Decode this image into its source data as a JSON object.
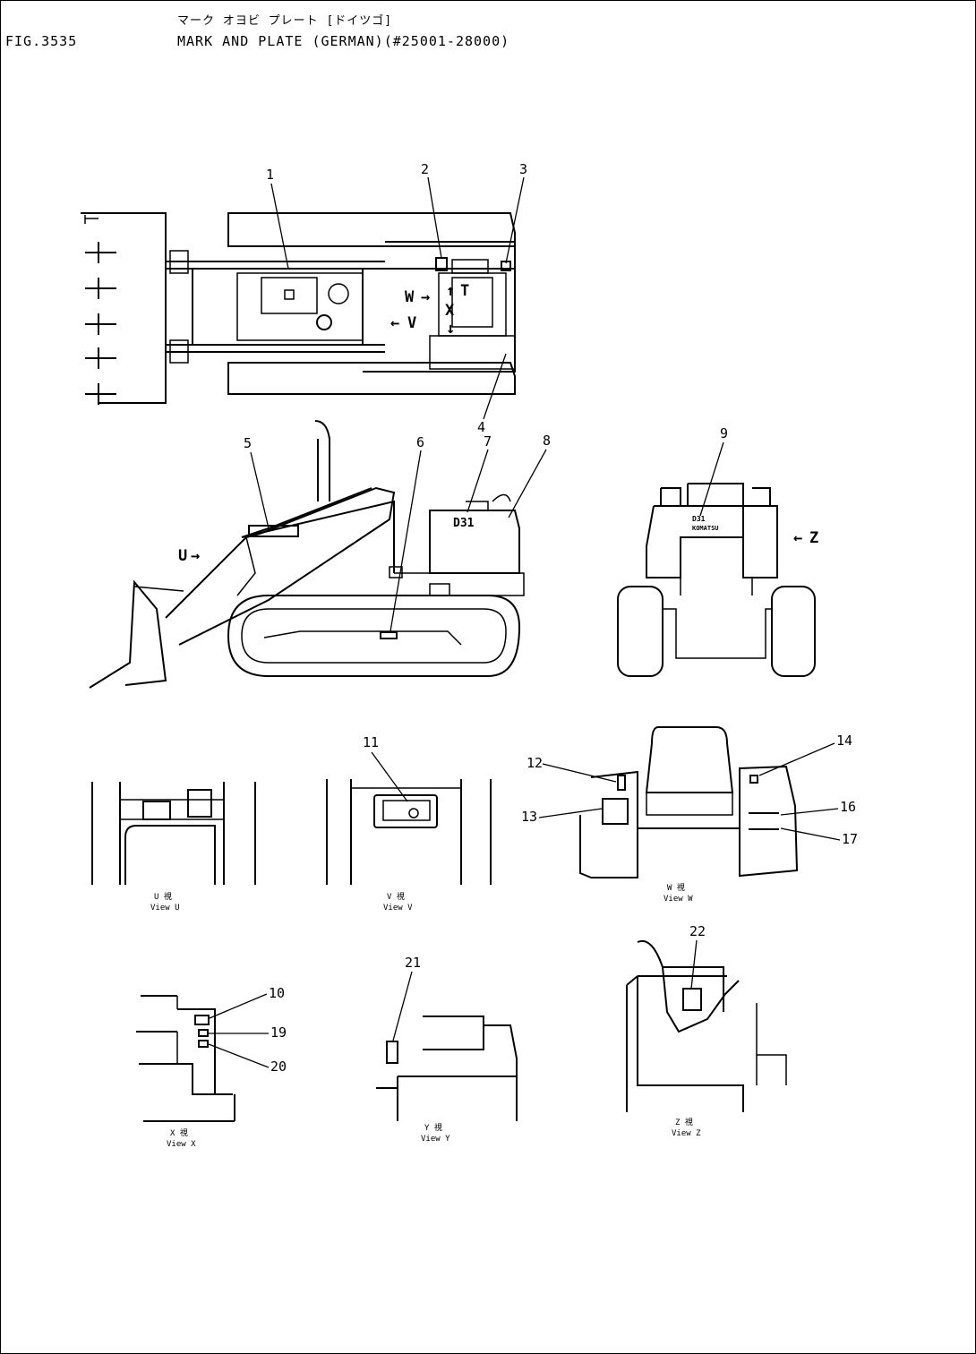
{
  "header": {
    "subtitle_jp": "マーク オヨビ プレート [ドイツゴ]",
    "fig_number": "FIG.3535",
    "title": "MARK AND PLATE (GERMAN)(#25001-28000)"
  },
  "callouts": [
    "1",
    "2",
    "3",
    "4",
    "5",
    "6",
    "7",
    "8",
    "9",
    "10",
    "11",
    "12",
    "13",
    "14",
    "16",
    "17",
    "19",
    "20",
    "21",
    "22"
  ],
  "arrows": {
    "w": "W",
    "t": "T",
    "x": "X",
    "v": "V",
    "u": "U",
    "z": "Z"
  },
  "plates": {
    "model": "D31",
    "rear_line1": "D31",
    "rear_line2": "KOMATSU"
  },
  "views": {
    "u": {
      "jp": "U 視",
      "label": "View U"
    },
    "v": {
      "jp": "V 視",
      "label": "View V"
    },
    "w": {
      "jp": "W 視",
      "label": "View W"
    },
    "x": {
      "jp": "X 視",
      "label": "View X"
    },
    "y": {
      "jp": "Y 視",
      "label": "View Y"
    },
    "z": {
      "jp": "Z 視",
      "label": "View Z"
    }
  }
}
